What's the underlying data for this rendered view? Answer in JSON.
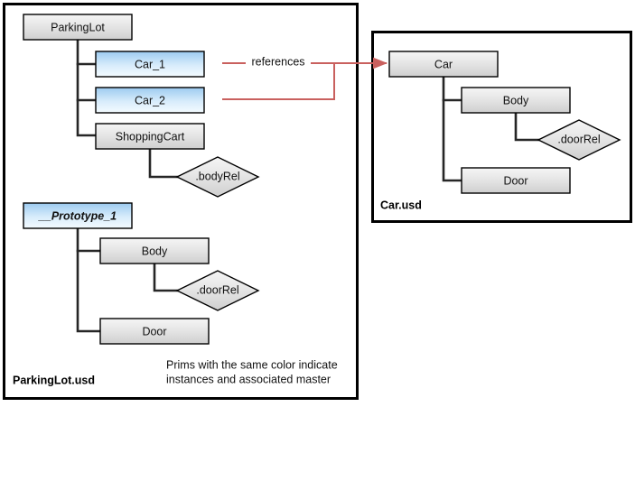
{
  "diagram": {
    "title_hidden": "",
    "colors": {
      "node_grey_top": "#f2f2f2",
      "node_grey_bottom": "#d4d4d4",
      "node_blue_top": "#9ccbf0",
      "node_blue_bottom": "#f2f9ff",
      "tree_line": "#262626",
      "reference_line": "#c9605e",
      "panel_border": "#000000",
      "text": "#111111"
    }
  },
  "left_panel": {
    "caption": "ParkingLot.usd",
    "caption_name": "parkinglot-usd-caption",
    "legend": {
      "line1": "Prims with the same color indicate",
      "line2": "instances and associated master"
    },
    "tree_root": {
      "label": "ParkingLot",
      "kind": "grey"
    },
    "children": [
      {
        "label": "Car_1",
        "kind": "blue"
      },
      {
        "label": "Car_2",
        "kind": "blue"
      },
      {
        "label": "ShoppingCart",
        "kind": "grey"
      }
    ],
    "shopping_cart_relationship": {
      "label": ".bodyRel",
      "kind": "diamond"
    },
    "prototype_root": {
      "label": "__Prototype_1",
      "kind": "blue",
      "style": "bold-italic"
    },
    "prototype_children": [
      {
        "label": "Body",
        "kind": "grey"
      },
      {
        "label": "Door",
        "kind": "grey"
      }
    ],
    "prototype_relationship": {
      "label": ".doorRel",
      "kind": "diamond"
    }
  },
  "right_panel": {
    "caption": "Car.usd",
    "caption_name": "car-usd-caption",
    "tree_root": {
      "label": "Car",
      "kind": "grey"
    },
    "children": [
      {
        "label": "Body",
        "kind": "grey"
      },
      {
        "label": "Door",
        "kind": "grey"
      }
    ],
    "relationship": {
      "label": ".doorRel",
      "kind": "diamond"
    }
  },
  "connector": {
    "label": "references",
    "from": [
      "Car_1",
      "Car_2"
    ],
    "to": "Car",
    "arrow": "arrowhead-right"
  }
}
